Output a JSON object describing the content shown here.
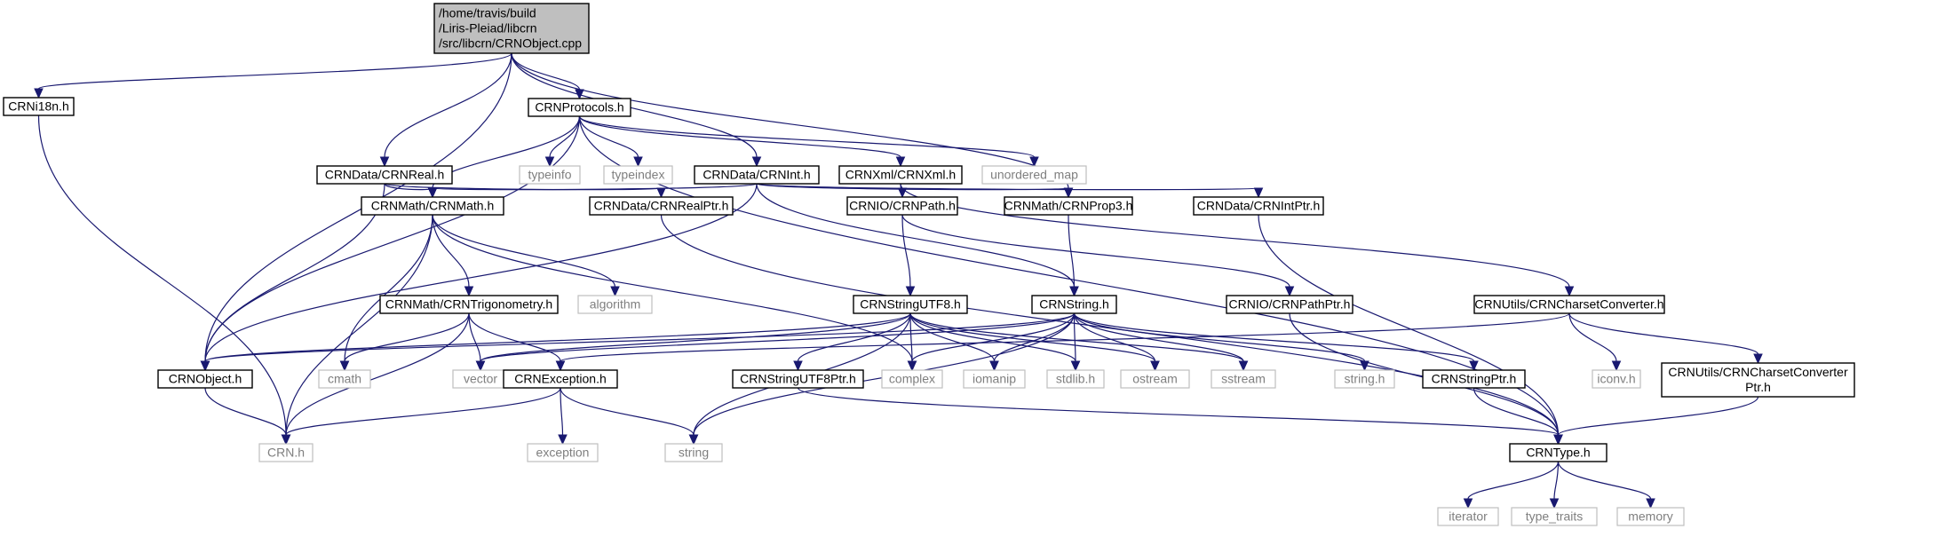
{
  "nodes": [
    {
      "id": "root",
      "lines": [
        "/home/travis/build",
        "/Liris-Pleiad/libcrn",
        "/src/libcrn/CRNObject.cpp"
      ],
      "kind": "root"
    },
    {
      "id": "i18n",
      "lines": [
        "CRNi18n.h"
      ],
      "kind": "file"
    },
    {
      "id": "protocols",
      "lines": [
        "CRNProtocols.h"
      ],
      "kind": "file"
    },
    {
      "id": "datareal",
      "lines": [
        "CRNData/CRNReal.h"
      ],
      "kind": "file"
    },
    {
      "id": "dataint",
      "lines": [
        "CRNData/CRNInt.h"
      ],
      "kind": "file"
    },
    {
      "id": "xml",
      "lines": [
        "CRNXml/CRNXml.h"
      ],
      "kind": "file"
    },
    {
      "id": "typeinfo",
      "lines": [
        "typeinfo"
      ],
      "kind": "ext"
    },
    {
      "id": "typeindex",
      "lines": [
        "typeindex"
      ],
      "kind": "ext"
    },
    {
      "id": "umap",
      "lines": [
        "unordered_map"
      ],
      "kind": "ext"
    },
    {
      "id": "math",
      "lines": [
        "CRNMath/CRNMath.h"
      ],
      "kind": "file"
    },
    {
      "id": "realptr",
      "lines": [
        "CRNData/CRNRealPtr.h"
      ],
      "kind": "file"
    },
    {
      "id": "iopath",
      "lines": [
        "CRNIO/CRNPath.h"
      ],
      "kind": "file"
    },
    {
      "id": "prop3",
      "lines": [
        "CRNMath/CRNProp3.h"
      ],
      "kind": "file"
    },
    {
      "id": "intptr",
      "lines": [
        "CRNData/CRNIntPtr.h"
      ],
      "kind": "file"
    },
    {
      "id": "trig",
      "lines": [
        "CRNMath/CRNTrigonometry.h"
      ],
      "kind": "file"
    },
    {
      "id": "algorithm",
      "lines": [
        "algorithm"
      ],
      "kind": "ext"
    },
    {
      "id": "utf8",
      "lines": [
        "CRNStringUTF8.h"
      ],
      "kind": "file"
    },
    {
      "id": "string",
      "lines": [
        "CRNString.h"
      ],
      "kind": "file"
    },
    {
      "id": "pathptr",
      "lines": [
        "CRNIO/CRNPathPtr.h"
      ],
      "kind": "file"
    },
    {
      "id": "charset",
      "lines": [
        "CRNUtils/CRNCharsetConverter.h"
      ],
      "kind": "file"
    },
    {
      "id": "object",
      "lines": [
        "CRNObject.h"
      ],
      "kind": "file"
    },
    {
      "id": "cmath",
      "lines": [
        "cmath"
      ],
      "kind": "ext"
    },
    {
      "id": "vector",
      "lines": [
        "vector"
      ],
      "kind": "ext"
    },
    {
      "id": "exception",
      "lines": [
        "CRNException.h"
      ],
      "kind": "file"
    },
    {
      "id": "complex",
      "lines": [
        "complex"
      ],
      "kind": "ext"
    },
    {
      "id": "iomanip",
      "lines": [
        "iomanip"
      ],
      "kind": "ext"
    },
    {
      "id": "stdlib",
      "lines": [
        "stdlib.h"
      ],
      "kind": "ext"
    },
    {
      "id": "ostream",
      "lines": [
        "ostream"
      ],
      "kind": "ext"
    },
    {
      "id": "sstream",
      "lines": [
        "sstream"
      ],
      "kind": "ext"
    },
    {
      "id": "stringh",
      "lines": [
        "string.h"
      ],
      "kind": "ext"
    },
    {
      "id": "strptr",
      "lines": [
        "CRNStringPtr.h"
      ],
      "kind": "file"
    },
    {
      "id": "iconv",
      "lines": [
        "iconv.h"
      ],
      "kind": "ext"
    },
    {
      "id": "charsetptr",
      "lines": [
        "CRNUtils/CRNCharsetConverter",
        "Ptr.h"
      ],
      "kind": "file"
    },
    {
      "id": "utf8ptr",
      "lines": [
        "CRNStringUTF8Ptr.h"
      ],
      "kind": "file"
    },
    {
      "id": "crnh",
      "lines": [
        "CRN.h"
      ],
      "kind": "ext"
    },
    {
      "id": "stdexc",
      "lines": [
        "exception"
      ],
      "kind": "ext"
    },
    {
      "id": "stdstring",
      "lines": [
        "string"
      ],
      "kind": "ext"
    },
    {
      "id": "type",
      "lines": [
        "CRNType.h"
      ],
      "kind": "file"
    },
    {
      "id": "iterator",
      "lines": [
        "iterator"
      ],
      "kind": "ext"
    },
    {
      "id": "typetraits",
      "lines": [
        "type_traits"
      ],
      "kind": "ext"
    },
    {
      "id": "memory",
      "lines": [
        "memory"
      ],
      "kind": "ext"
    }
  ],
  "edges": [
    [
      "root",
      "i18n"
    ],
    [
      "root",
      "object"
    ],
    [
      "root",
      "protocols"
    ],
    [
      "root",
      "datareal"
    ],
    [
      "root",
      "dataint"
    ],
    [
      "root",
      "prop3"
    ],
    [
      "i18n",
      "crnh"
    ],
    [
      "protocols",
      "typeinfo"
    ],
    [
      "protocols",
      "typeindex"
    ],
    [
      "protocols",
      "xml"
    ],
    [
      "protocols",
      "umap"
    ],
    [
      "protocols",
      "type"
    ],
    [
      "protocols",
      "object"
    ],
    [
      "protocols",
      "math"
    ],
    [
      "datareal",
      "math"
    ],
    [
      "datareal",
      "realptr"
    ],
    [
      "datareal",
      "object"
    ],
    [
      "dataint",
      "math"
    ],
    [
      "dataint",
      "prop3"
    ],
    [
      "dataint",
      "intptr"
    ],
    [
      "dataint",
      "string"
    ],
    [
      "dataint",
      "object"
    ],
    [
      "xml",
      "iopath"
    ],
    [
      "xml",
      "charset"
    ],
    [
      "math",
      "trig"
    ],
    [
      "math",
      "algorithm"
    ],
    [
      "math",
      "complex"
    ],
    [
      "math",
      "cmath"
    ],
    [
      "math",
      "crnh"
    ],
    [
      "realptr",
      "type"
    ],
    [
      "iopath",
      "utf8"
    ],
    [
      "iopath",
      "pathptr"
    ],
    [
      "prop3",
      "string"
    ],
    [
      "intptr",
      "type"
    ],
    [
      "trig",
      "cmath"
    ],
    [
      "trig",
      "vector"
    ],
    [
      "trig",
      "exception"
    ],
    [
      "trig",
      "crnh"
    ],
    [
      "utf8",
      "object"
    ],
    [
      "utf8",
      "vector"
    ],
    [
      "utf8",
      "stdstring"
    ],
    [
      "utf8",
      "utf8ptr"
    ],
    [
      "utf8",
      "complex"
    ],
    [
      "utf8",
      "iomanip"
    ],
    [
      "utf8",
      "stdlib"
    ],
    [
      "utf8",
      "ostream"
    ],
    [
      "utf8",
      "sstream"
    ],
    [
      "string",
      "object"
    ],
    [
      "string",
      "vector"
    ],
    [
      "string",
      "complex"
    ],
    [
      "string",
      "iomanip"
    ],
    [
      "string",
      "stdlib"
    ],
    [
      "string",
      "ostream"
    ],
    [
      "string",
      "sstream"
    ],
    [
      "string",
      "stringh"
    ],
    [
      "string",
      "strptr"
    ],
    [
      "string",
      "stdstring"
    ],
    [
      "pathptr",
      "type"
    ],
    [
      "charset",
      "exception"
    ],
    [
      "charset",
      "iconv"
    ],
    [
      "charset",
      "charsetptr"
    ],
    [
      "object",
      "crnh"
    ],
    [
      "exception",
      "crnh"
    ],
    [
      "exception",
      "stdexc"
    ],
    [
      "exception",
      "stdstring"
    ],
    [
      "utf8ptr",
      "type"
    ],
    [
      "strptr",
      "type"
    ],
    [
      "charsetptr",
      "type"
    ],
    [
      "type",
      "iterator"
    ],
    [
      "type",
      "typetraits"
    ],
    [
      "type",
      "memory"
    ]
  ]
}
